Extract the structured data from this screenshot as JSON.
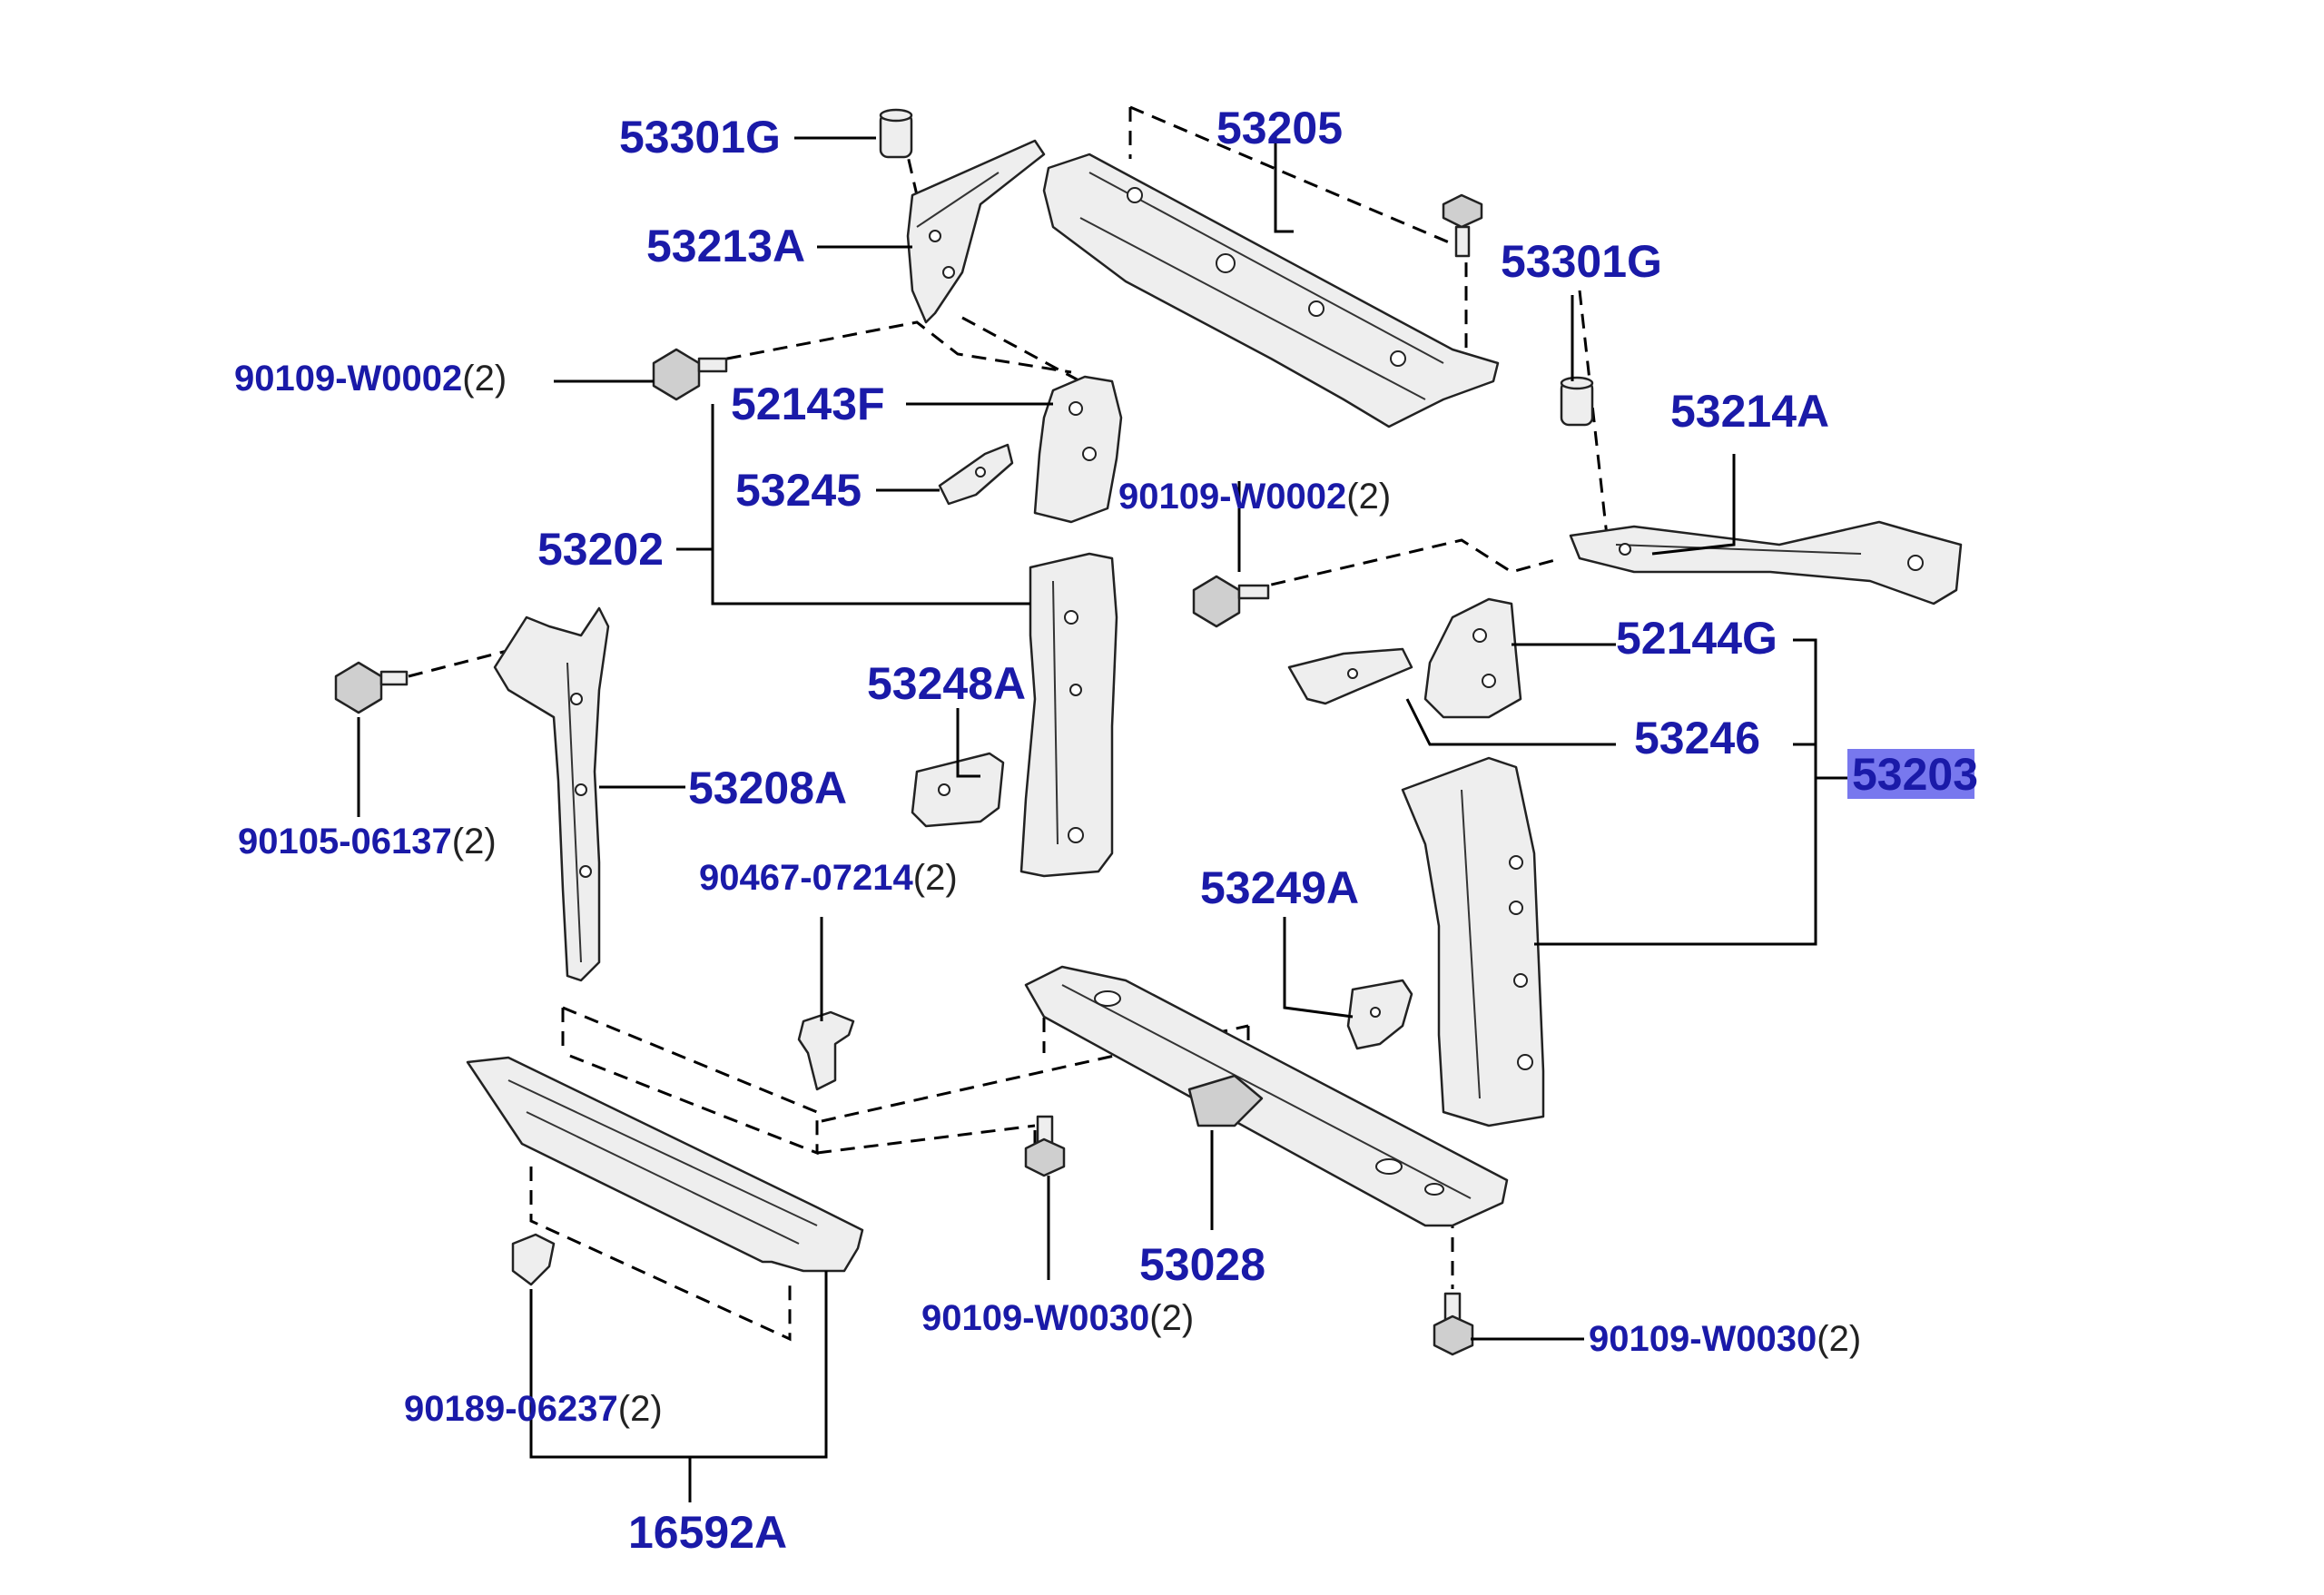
{
  "labels": {
    "p53301g_top": "53301G",
    "p53213a": "53213A",
    "p90109_w0002_left": "90109-W0002",
    "p90109_w0002_left_qty": "(2)",
    "p52143f": "52143F",
    "p53245": "53245",
    "p53202": "53202",
    "p90105_06137": "90105-06137",
    "p90105_06137_qty": "(2)",
    "p53208a": "53208A",
    "p53248a": "53248A",
    "p90467_07214": "90467-07214",
    "p90467_07214_qty": "(2)",
    "p53205": "53205",
    "p53301g_right": "53301G",
    "p53214a": "53214A",
    "p90109_w0002_mid": "90109-W0002",
    "p90109_w0002_mid_qty": "(2)",
    "p52144g": "52144G",
    "p53246": "53246",
    "p53203": "53203",
    "p53249a": "53249A",
    "p53028": "53028",
    "p90109_w0030_mid": "90109-W0030",
    "p90109_w0030_mid_qty": "(2)",
    "p90109_w0030_right": "90109-W0030",
    "p90109_w0030_right_qty": "(2)",
    "p90189_06237": "90189-06237",
    "p90189_06237_qty": "(2)",
    "p16592a": "16592A"
  },
  "colors": {
    "label": "#1a1aa8",
    "highlight": "#7878ee"
  },
  "highlighted_part": "53203"
}
